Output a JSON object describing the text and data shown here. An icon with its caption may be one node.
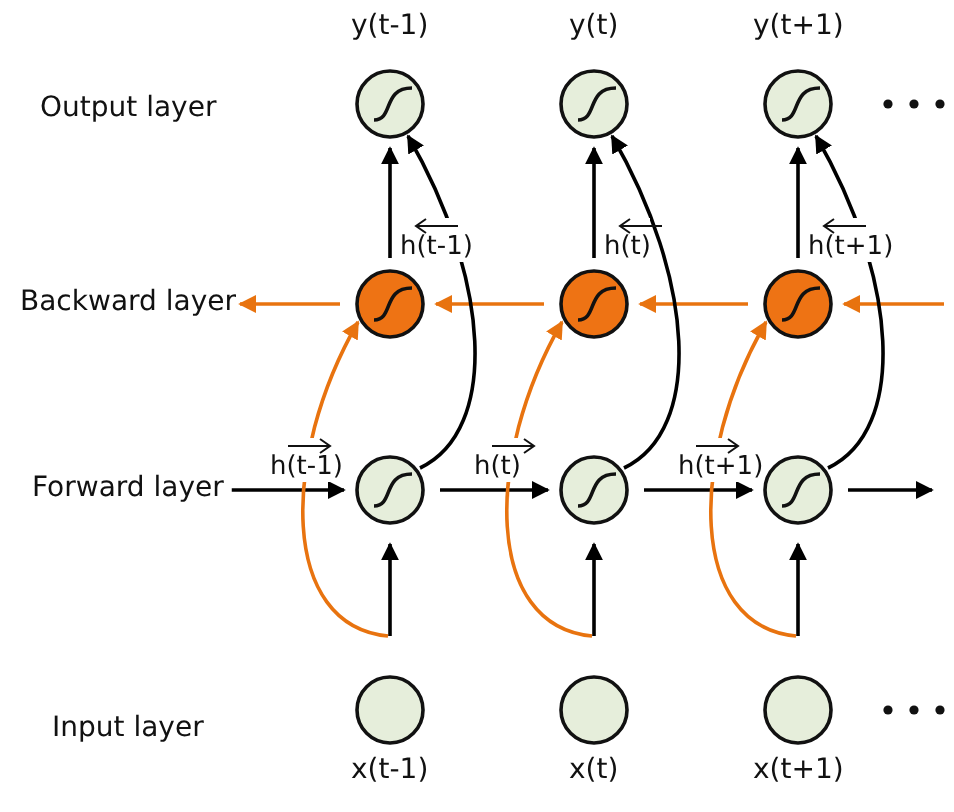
{
  "diagram": {
    "nodes": [
      {
        "text": [],
        "shape": "circle",
        "beside": [
          "y(t-1)"
        ]
      },
      {
        "text": [],
        "shape": "circle",
        "beside": [
          "y(t)"
        ]
      },
      {
        "text": [],
        "shape": "circle",
        "beside": [
          "y(t+1)"
        ]
      },
      {
        "text": [],
        "shape": "circle",
        "beside": [
          "h(t-1)"
        ]
      },
      {
        "text": [],
        "shape": "circle",
        "beside": [
          "h(t)"
        ]
      },
      {
        "text": [],
        "shape": "circle",
        "beside": [
          "h(t+1)"
        ]
      },
      {
        "text": [],
        "shape": "circle",
        "beside": [
          "h(t-1)"
        ]
      },
      {
        "text": [],
        "shape": "circle",
        "beside": [
          "h(t)"
        ]
      },
      {
        "text": [],
        "shape": "circle",
        "beside": [
          "h(t+1)"
        ]
      },
      {
        "text": [],
        "shape": "circle",
        "beside": [
          "x(t-1)"
        ]
      },
      {
        "text": [],
        "shape": "circle",
        "beside": [
          "x(t)"
        ]
      },
      {
        "text": [],
        "shape": "circle",
        "beside": [
          "x(t+1)"
        ]
      },
      {
        "text": [
          "Backward layer"
        ]
      },
      {
        "text": [
          "Forward layer"
        ]
      }
    ],
    "edges": [
      {
        "from": 13,
        "to": 6,
        "arrow": "to"
      },
      {
        "from": 6,
        "to": 7,
        "arrow": "to"
      },
      {
        "from": 7,
        "to": 8,
        "arrow": "to"
      },
      {
        "from": 8,
        "to": null,
        "arrow": "to"
      },
      {
        "from": null,
        "to": 5,
        "arrow": "to",
        "color": "#e8730f"
      },
      {
        "from": 5,
        "to": 4,
        "arrow": "to",
        "color": "#e8730f"
      },
      {
        "from": 4,
        "to": 3,
        "arrow": "to",
        "color": "#e8730f"
      },
      {
        "from": 3,
        "to": 12,
        "arrow": "to",
        "color": "#e8730f"
      },
      {
        "from": 3,
        "to": 0,
        "arrow": "to"
      },
      {
        "from": 4,
        "to": 1,
        "arrow": "to"
      },
      {
        "from": 5,
        "to": 2,
        "arrow": "to"
      },
      {
        "from": 6,
        "to": 0,
        "arrow": "to"
      },
      {
        "from": 7,
        "to": 1,
        "arrow": "to"
      },
      {
        "from": 8,
        "to": 2,
        "arrow": "to"
      },
      {
        "from": 9,
        "to": 6,
        "arrow": "to"
      },
      {
        "from": 10,
        "to": 7,
        "arrow": "to"
      },
      {
        "from": 11,
        "to": 8,
        "arrow": "to"
      },
      {
        "from": 9,
        "to": 3,
        "arrow": "to",
        "color": "#e8730f"
      },
      {
        "from": 10,
        "to": 4,
        "arrow": "to",
        "color": "#e8730f"
      },
      {
        "from": 11,
        "to": 5,
        "arrow": "to",
        "color": "#e8730f"
      }
    ],
    "labels": [
      "Output layer",
      "Input layer"
    ]
  }
}
